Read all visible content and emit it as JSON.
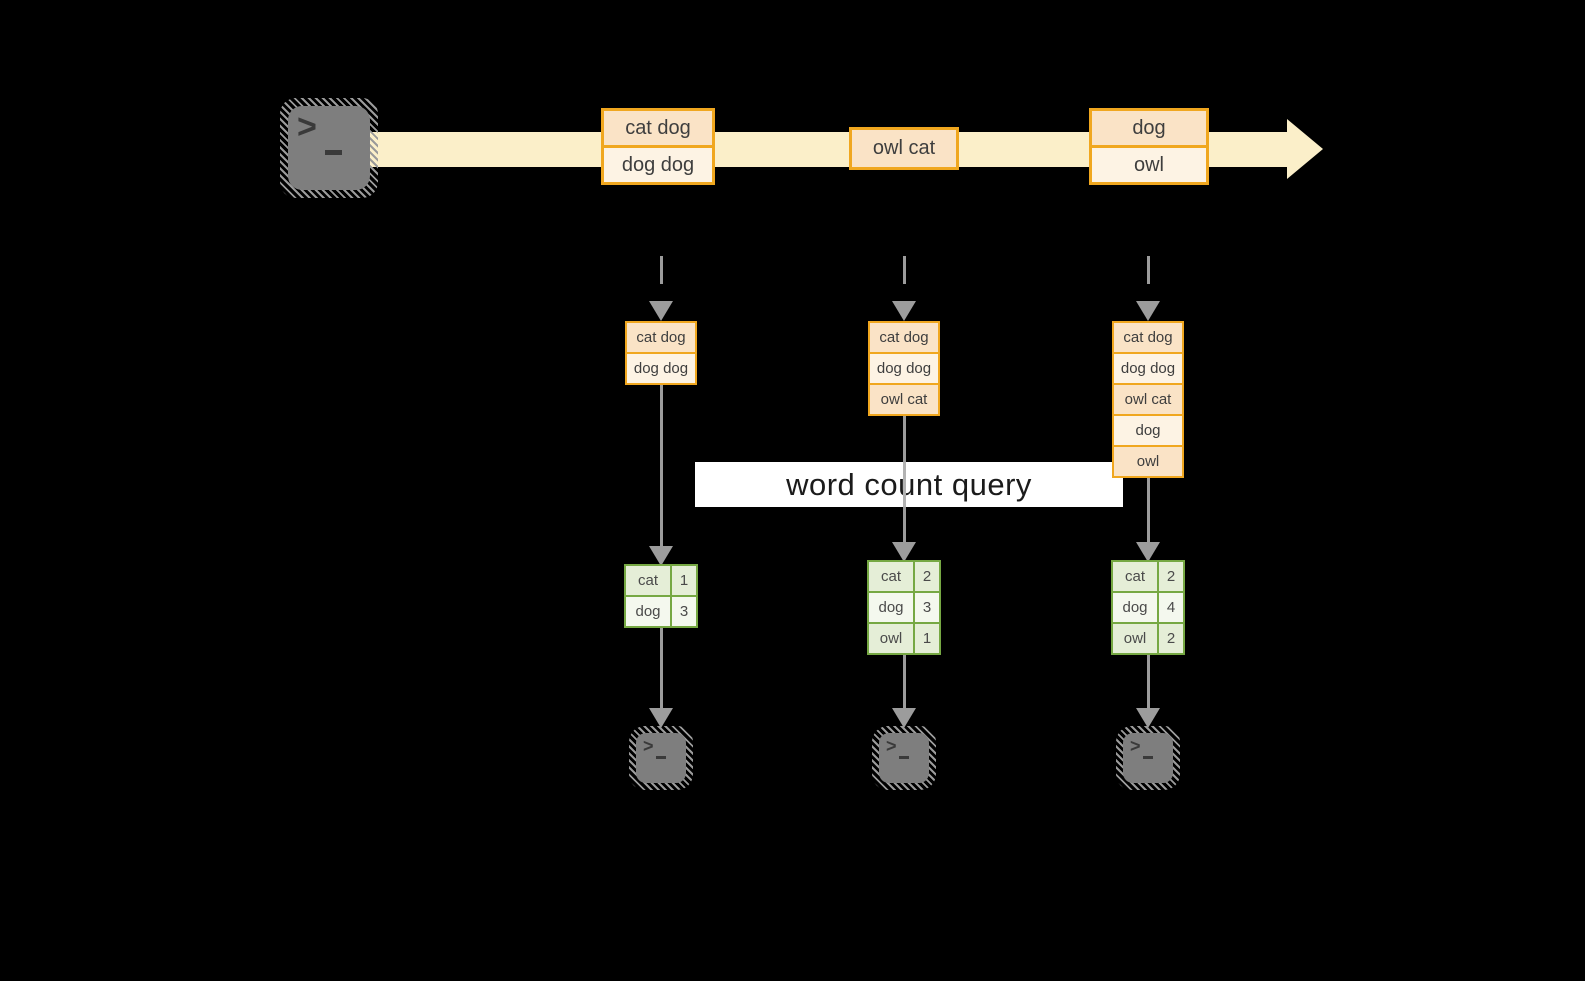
{
  "query_label": "word count query",
  "icons": {
    "prompt_char": ">",
    "source_icon": "terminal-icon",
    "sink_icon": "terminal-icon",
    "stream_arrow": "right-arrow",
    "connector_arrow": "down-arrow"
  },
  "stream": {
    "batches": [
      {
        "rows": [
          "cat dog",
          "dog dog"
        ]
      },
      {
        "rows": [
          "owl cat"
        ]
      },
      {
        "rows": [
          "dog",
          "owl"
        ]
      }
    ]
  },
  "columns": [
    {
      "state_rows": [
        "cat dog",
        "dog dog"
      ],
      "word_counts": [
        {
          "word": "cat",
          "count": 1
        },
        {
          "word": "dog",
          "count": 3
        }
      ]
    },
    {
      "state_rows": [
        "cat dog",
        "dog dog",
        "owl cat"
      ],
      "word_counts": [
        {
          "word": "cat",
          "count": 2
        },
        {
          "word": "dog",
          "count": 3
        },
        {
          "word": "owl",
          "count": 1
        }
      ]
    },
    {
      "state_rows": [
        "cat dog",
        "dog dog",
        "owl cat",
        "dog",
        "owl"
      ],
      "word_counts": [
        {
          "word": "cat",
          "count": 2
        },
        {
          "word": "dog",
          "count": 4
        },
        {
          "word": "owl",
          "count": 2
        }
      ]
    }
  ],
  "colors": {
    "canvas_bg": "#000000",
    "stream_fill": "#FBEFC9",
    "box_border": "#F0A71F",
    "row_peach": "#FAE3C6",
    "row_cream": "#FDF3E4",
    "box_text": "#3E3E3E",
    "table_border": "#76A843",
    "cell_green": "#E5EED7",
    "cell_green_light": "#F4F8EE",
    "arrow_gray": "#9C9C9C",
    "terminal_gray": "#7E7E7E",
    "label_bg": "#FFFFFF",
    "label_text": "#1B1B1B"
  }
}
